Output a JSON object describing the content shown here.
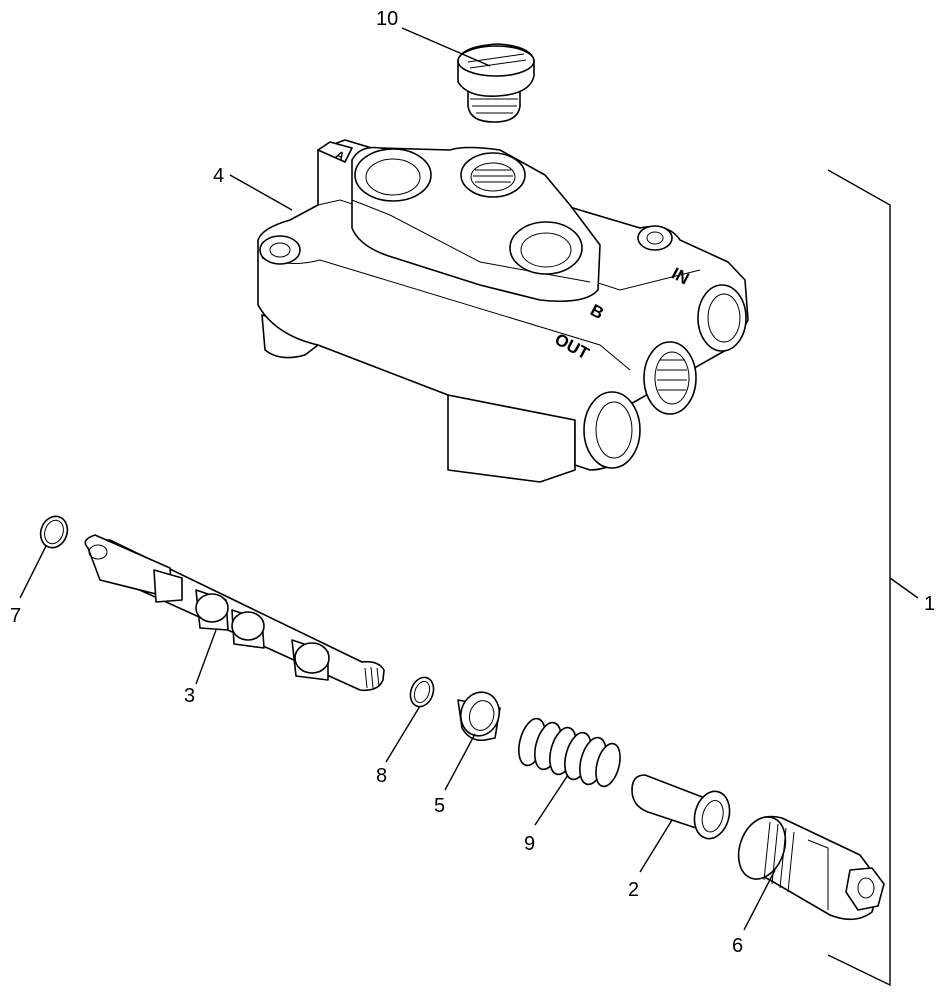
{
  "diagram": {
    "callouts": [
      {
        "id": "1",
        "label": "1"
      },
      {
        "id": "2",
        "label": "2"
      },
      {
        "id": "3",
        "label": "3"
      },
      {
        "id": "4",
        "label": "4"
      },
      {
        "id": "5",
        "label": "5"
      },
      {
        "id": "6",
        "label": "6"
      },
      {
        "id": "7",
        "label": "7"
      },
      {
        "id": "8",
        "label": "8"
      },
      {
        "id": "9",
        "label": "9"
      },
      {
        "id": "10",
        "label": "10"
      }
    ],
    "port_markings": {
      "in": "IN",
      "out": "OUT",
      "b": "B",
      "a": "A"
    }
  }
}
